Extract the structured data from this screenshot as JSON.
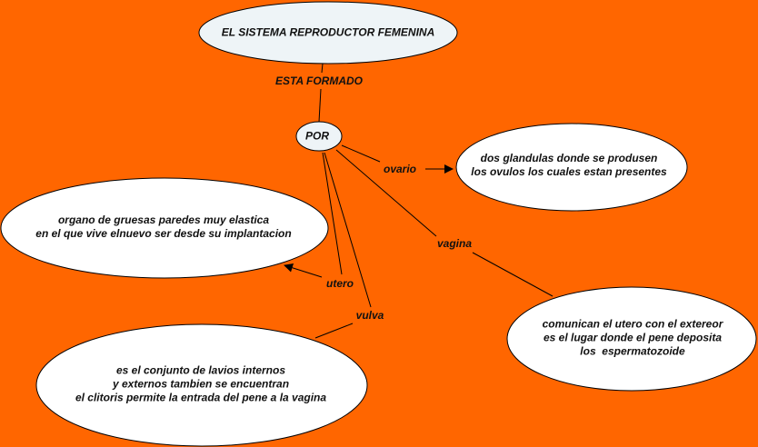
{
  "concepts": {
    "root": {
      "text": "EL SISTEMA REPRODUCTOR FEMENINA"
    },
    "por": {
      "text": "POR"
    },
    "ovario": {
      "lines": [
        "dos glandulas donde se produsen",
        "los ovulos los cuales estan presentes"
      ]
    },
    "utero": {
      "lines": [
        "organo de gruesas paredes muy elastica",
        "en el que vive elnuevo ser desde su implantacion"
      ]
    },
    "vagina": {
      "lines": [
        "comunican el utero con el extereor",
        "es el lugar donde el pene deposita",
        "los  espermatozoide"
      ]
    },
    "vulva": {
      "lines": [
        "es el conjunto de lavios internos",
        "y externos tambien se encuentran",
        "el clitoris permite la entrada del pene a la vagina"
      ]
    }
  },
  "links": {
    "esta_formado": "ESTA FORMADO",
    "ovario": "ovario",
    "vagina": "vagina",
    "utero": "utero",
    "vulva": "vulva"
  },
  "colors": {
    "background": "#ff6600",
    "root_fill": "#eef4f7",
    "node_fill": "#ffffff"
  }
}
